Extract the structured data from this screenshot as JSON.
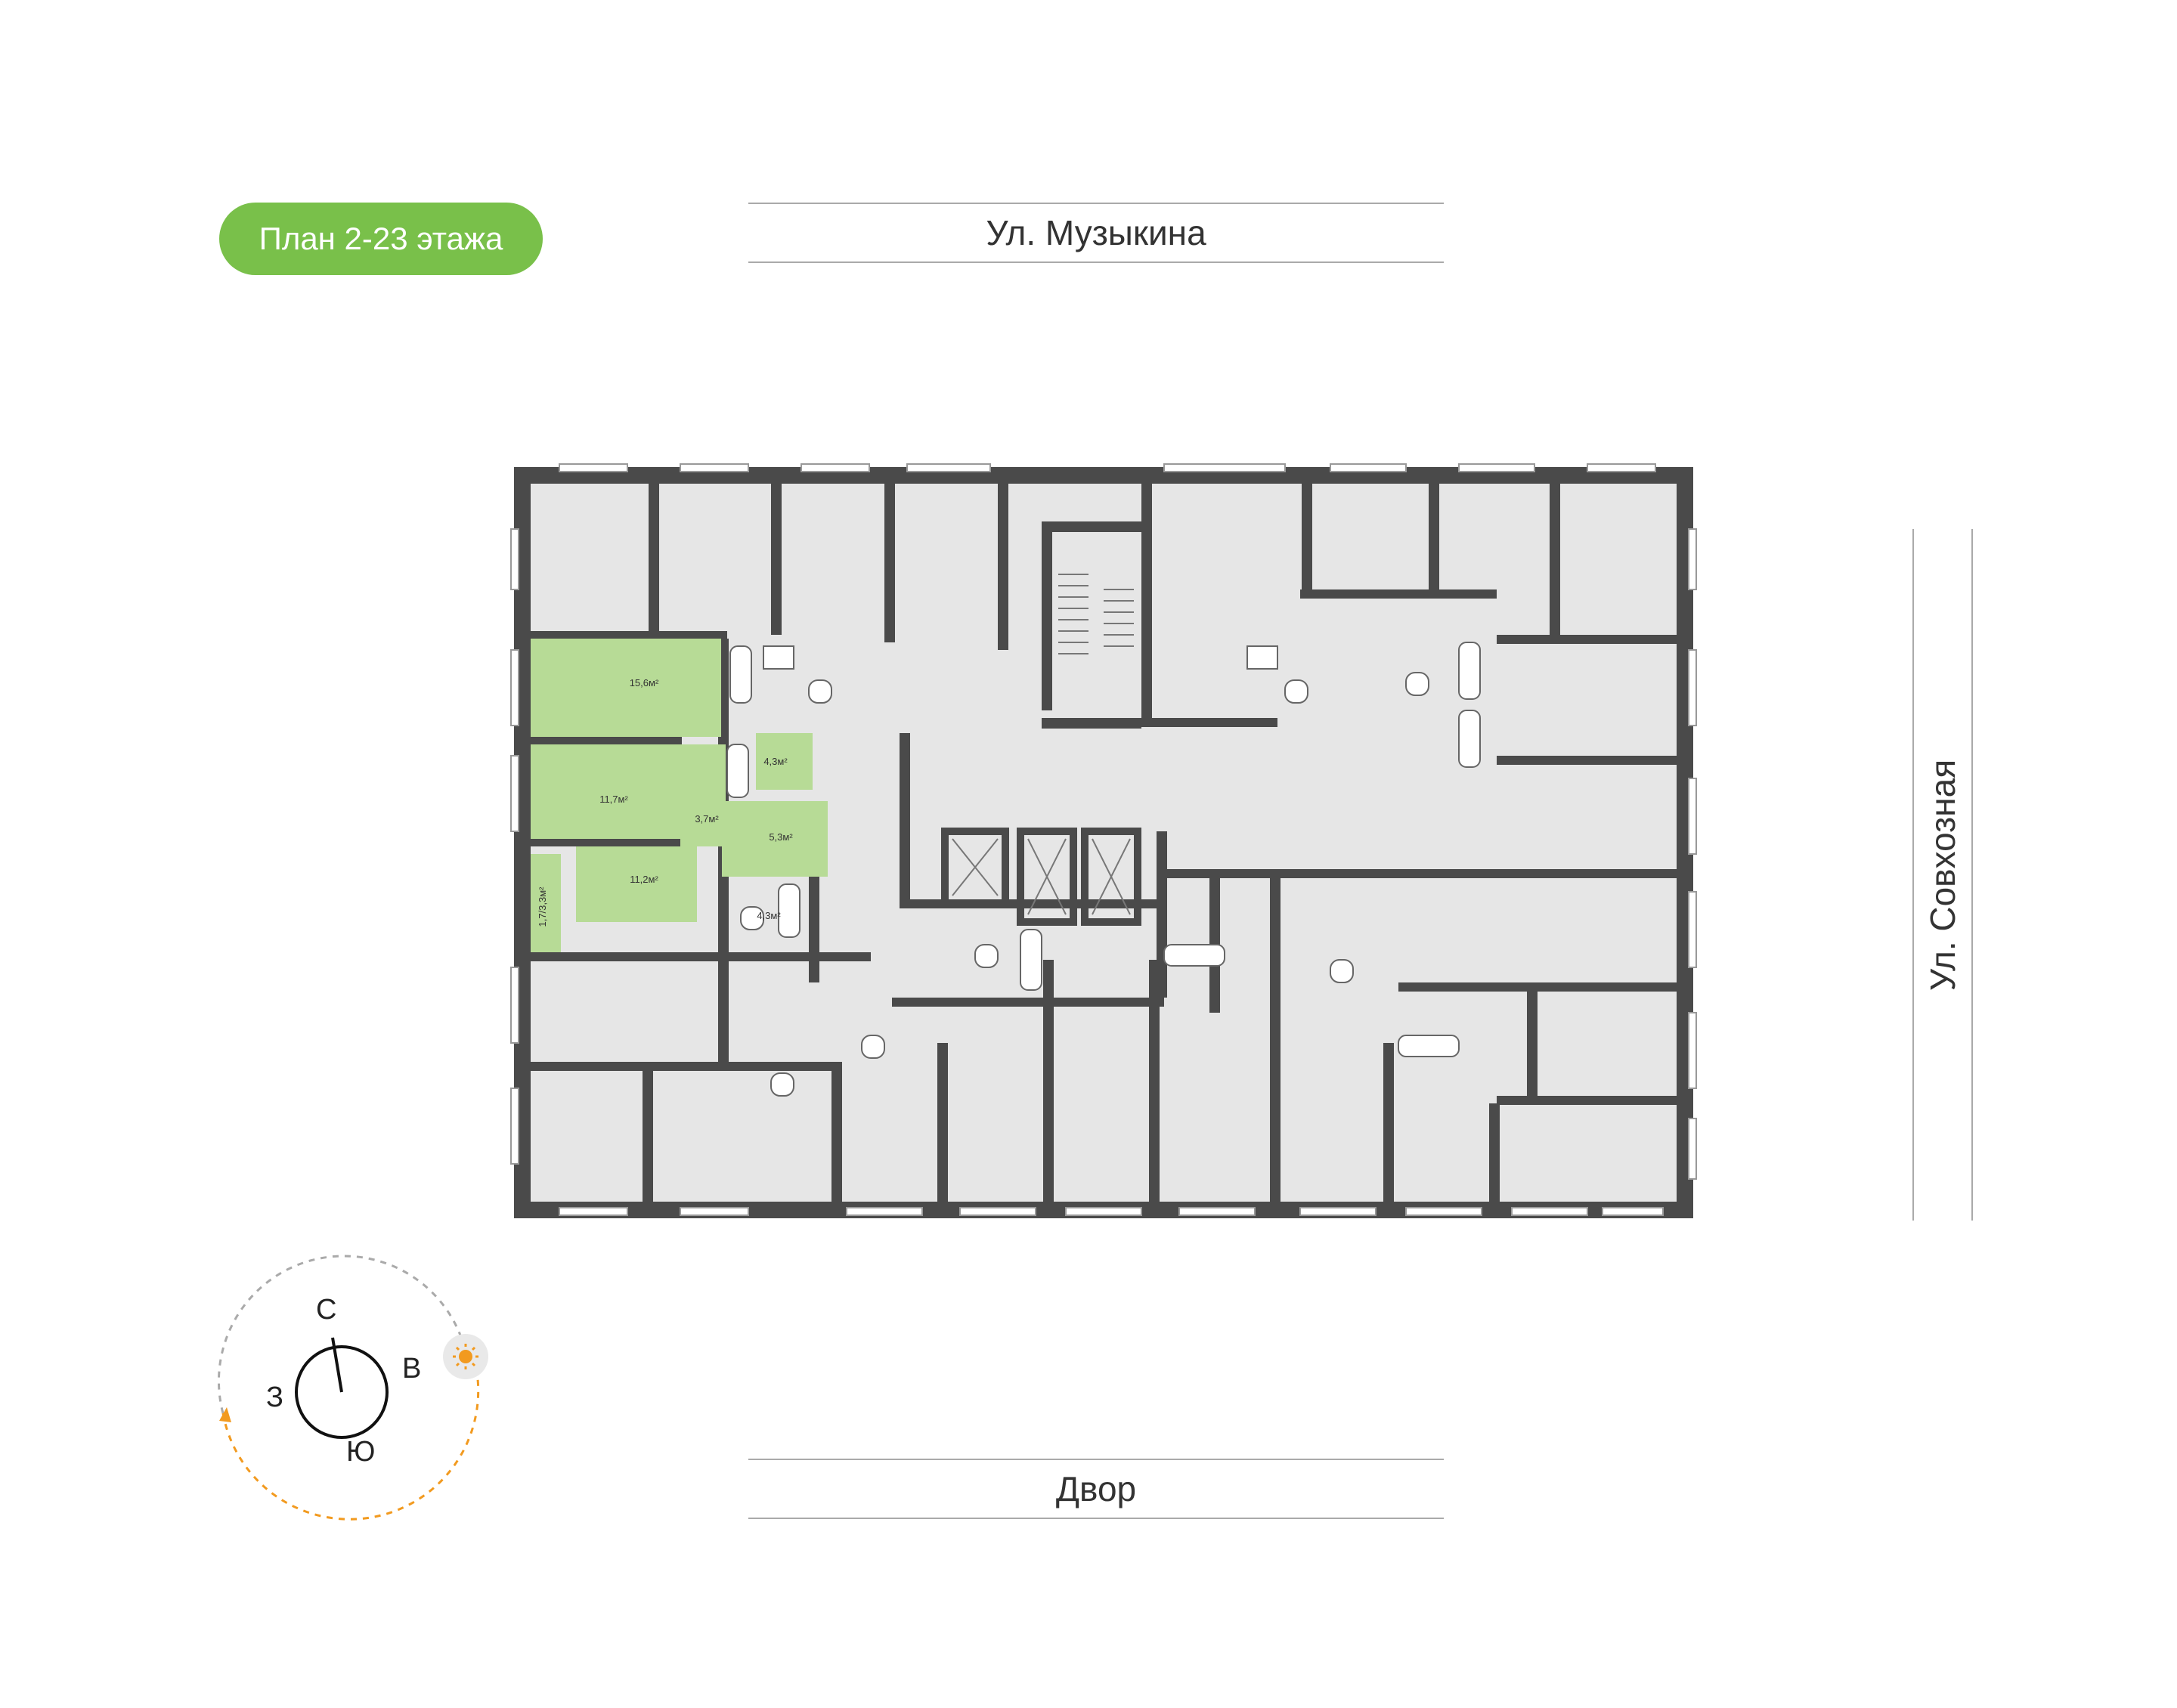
{
  "badge": {
    "label": "План 2-23 этажа",
    "color": "#79c04a"
  },
  "streets": {
    "top": "Ул. Музыкина",
    "right": "Ул. Совхозная",
    "bottom": "Двор"
  },
  "highlight_color": "#b7db96",
  "rooms": {
    "living_1": "15,6м²",
    "living_2": "11,7м²",
    "living_3": "11,2м²",
    "hall": "3,7м²",
    "kitchen": "5,3м²",
    "bath": "4,3м²",
    "bath_2": "4,3м²",
    "balcony": "1,7/3,3м²"
  },
  "compass": {
    "north": "С",
    "east": "В",
    "south": "Ю",
    "west": "З",
    "sun_icon": "sun-icon",
    "sun_color": "#f29a1f"
  }
}
